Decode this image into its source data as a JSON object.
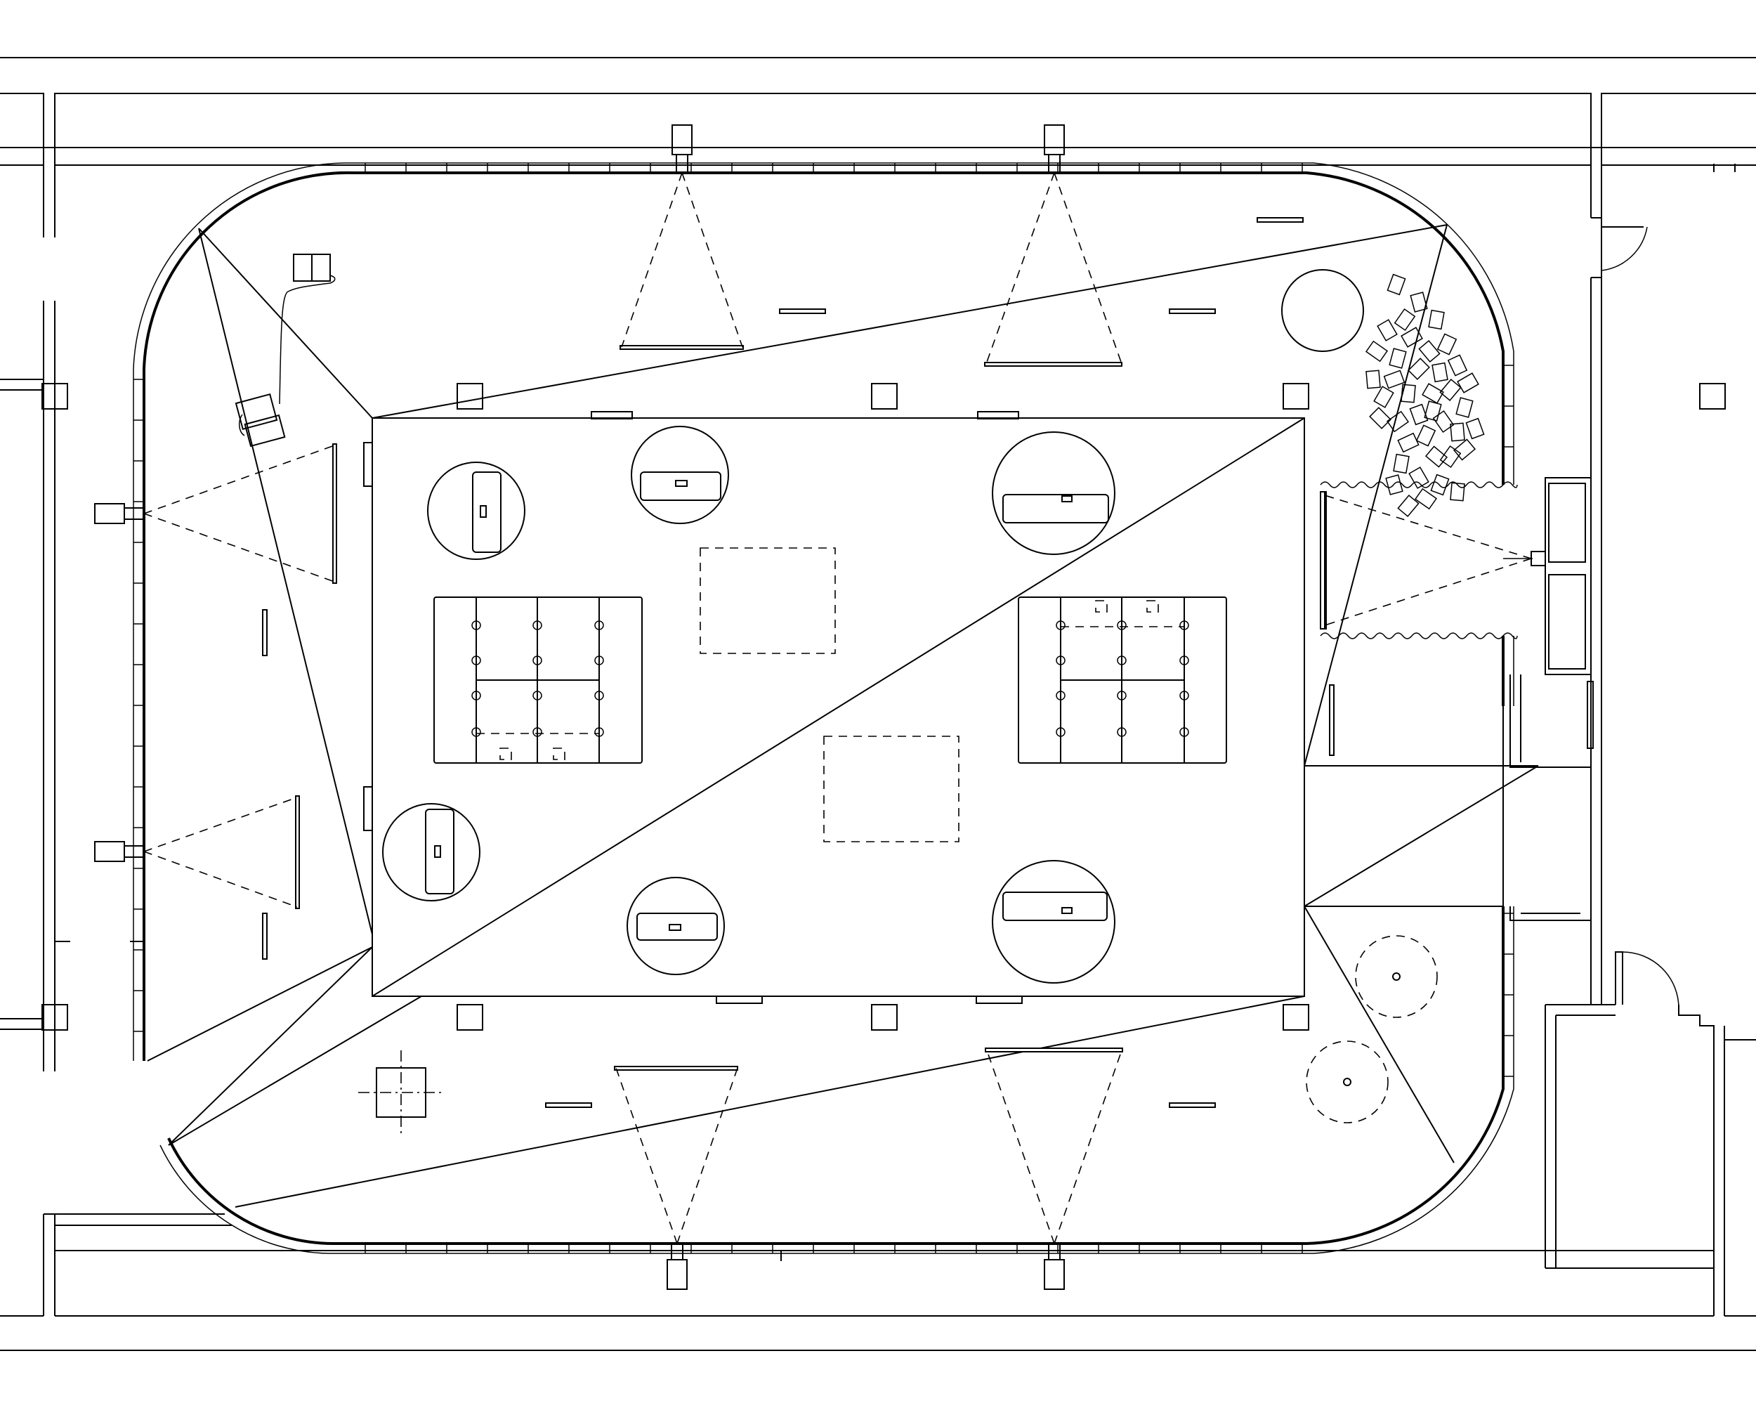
{
  "drawing": {
    "type": "architectural floor plan",
    "style": "black line drawing on white",
    "stroke_color": "#000000",
    "background_color": "#ffffff"
  },
  "counts": {
    "columns": 10,
    "projectors": 8,
    "round_tables": 6,
    "sofa_groups": 2,
    "dashed_rugs": 2,
    "doors": 2,
    "dashed_circles": 2
  }
}
